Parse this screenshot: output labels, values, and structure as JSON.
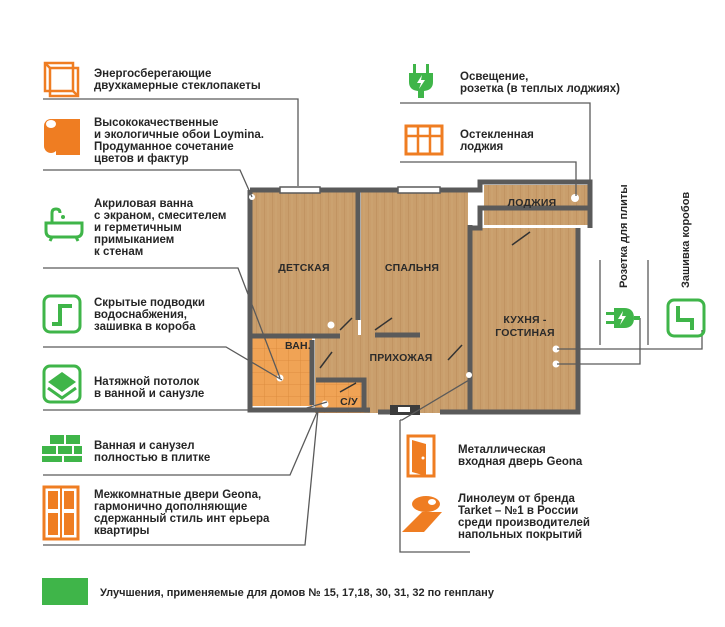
{
  "features_left": [
    {
      "icon": "window-icon",
      "lines": [
        "Энергосберегающие",
        "двухкамерные стеклопакеты"
      ]
    },
    {
      "icon": "wallpaper-roll-icon",
      "lines": [
        "Высококачественные",
        "и экологичные обои Loymina.",
        "Продуманное сочетание",
        "цветов и фактур"
      ]
    },
    {
      "icon": "bathtub-icon",
      "lines": [
        "Акриловая ванна",
        "с экраном, смесителем",
        "и герметичным",
        "примыканием",
        "к стенам"
      ]
    },
    {
      "icon": "pipe-icon",
      "lines": [
        "Скрытые подводки",
        "водоснабжения,",
        "зашивка в короба"
      ]
    },
    {
      "icon": "stretch-ceiling-icon",
      "lines": [
        "Натяжной потолок",
        "в ванной и санузле"
      ]
    },
    {
      "icon": "tiles-icon",
      "lines": [
        "Ванная  и санузел",
        "полностью в плитке"
      ]
    },
    {
      "icon": "interior-door-icon",
      "lines": [
        "Межкомнатные двери Geona,",
        "гармонично дополняющие",
        "сдержанный стиль инт ерьера",
        "квартиры"
      ]
    }
  ],
  "features_right": [
    {
      "icon": "plug-icon",
      "lines": [
        "Освещение,",
        "розетка (в теплых лоджиях)"
      ]
    },
    {
      "icon": "balcony-window-icon",
      "lines": [
        "Остекленная",
        "лоджия"
      ]
    },
    {
      "icon": "entrance-door-icon",
      "lines": [
        "Металлическая",
        "входная дверь Geona"
      ]
    },
    {
      "icon": "linoleum-roll-icon",
      "lines": [
        "Линолеум от бренда",
        "Tarket – №1 в России",
        "среди производителей",
        "напольных покрытий"
      ]
    }
  ],
  "vertical_labels": {
    "stove_socket": "Розетка для плиты",
    "box_sheathing": "Зашивка коробов"
  },
  "rooms": {
    "children": "ДЕТСКАЯ",
    "bedroom": "СПАЛЬНЯ",
    "loggia": "ЛОДЖИЯ",
    "kitchen_line1": "КУХНЯ -",
    "kitchen_line2": "ГОСТИНАЯ",
    "bath": "ВАН.",
    "hall": "ПРИХОЖАЯ",
    "toilet": "С/У"
  },
  "legend": {
    "text": "Улучшения, применяемые для домов № 15, 17,18, 30, 31, 32  по генплану",
    "color": "#3fb549"
  },
  "colors": {
    "orange": "#ef7d22",
    "green": "#3fb549",
    "wood": "#c99e6c",
    "wall": "#5a5a5a",
    "tile": "#f0a355"
  }
}
